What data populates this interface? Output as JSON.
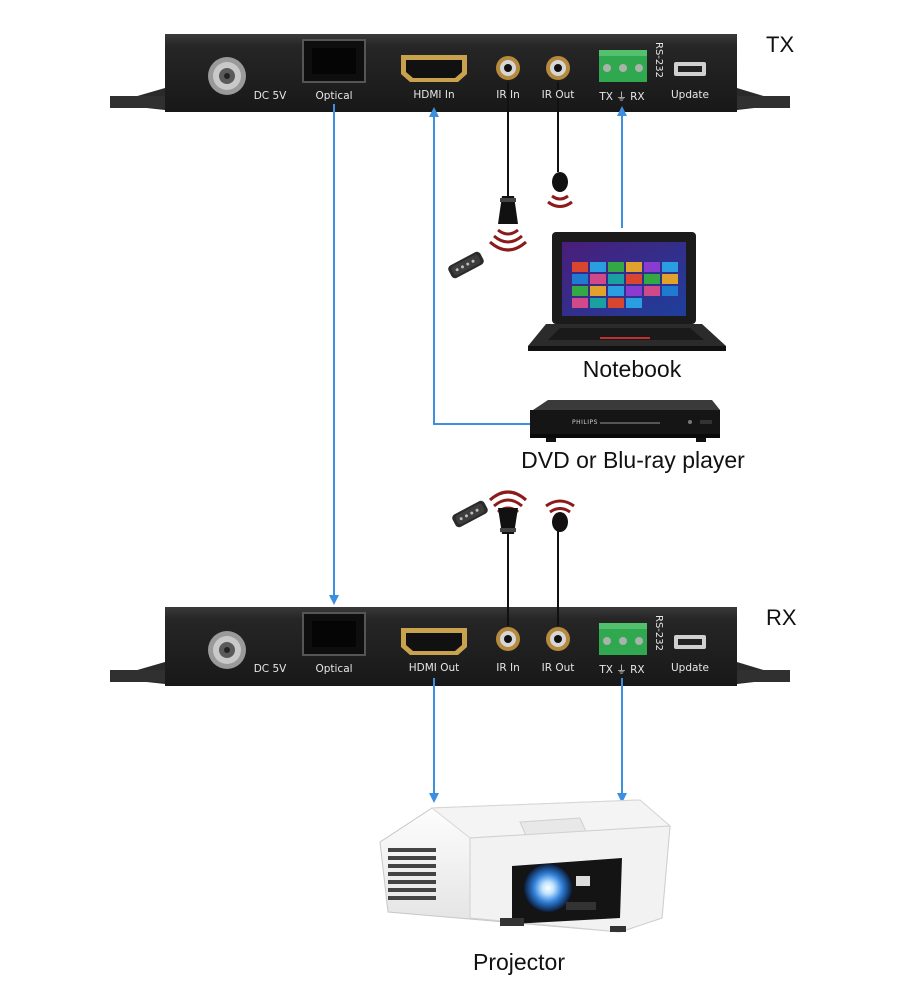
{
  "tx_unit": {
    "name": "TX",
    "ports": {
      "dc": "DC 5V",
      "optical": "Optical",
      "hdmi": "HDMI In",
      "ir_in": "IR In",
      "ir_out": "IR Out",
      "rs232_pins": "TX ⏚ RX",
      "rs232": "RS-232",
      "update": "Update"
    }
  },
  "rx_unit": {
    "name": "RX",
    "ports": {
      "dc": "DC 5V",
      "optical": "Optical",
      "hdmi": "HDMI Out",
      "ir_in": "IR In",
      "ir_out": "IR Out",
      "rs232_pins": "TX ⏚ RX",
      "rs232": "RS-232",
      "update": "Update"
    }
  },
  "devices": {
    "notebook": "Notebook",
    "player": "DVD or Blu-ray player",
    "player_brand": "PHILIPS",
    "projector": "Projector"
  },
  "colors": {
    "link_line": "#3d8fe0",
    "ir_cable": "#111111",
    "ir_signal": "#8b1a1a",
    "box_body": "#262626",
    "terminal_block": "#2fa84f"
  }
}
